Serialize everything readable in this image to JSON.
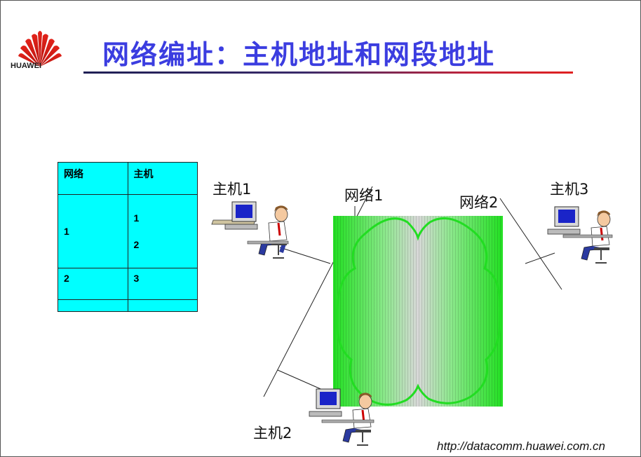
{
  "brand": {
    "name": "HUAWEI",
    "colors": {
      "primary": "#e2231a",
      "title": "#3b3de0",
      "table_fill": "#00ffff",
      "net_fill": "#22dd22"
    }
  },
  "title": "网络编址：主机地址和网段地址",
  "table": {
    "headers": [
      "网络",
      "主机"
    ],
    "rows": [
      {
        "network": "1",
        "hosts": [
          "1",
          "2"
        ]
      },
      {
        "network": "2",
        "hosts": [
          "3"
        ]
      },
      {
        "network": "",
        "hosts": [
          ""
        ]
      }
    ]
  },
  "diagram": {
    "hosts": [
      {
        "id": "host1",
        "label": "主机1"
      },
      {
        "id": "host2",
        "label": "主机2"
      },
      {
        "id": "host3",
        "label": "主机3"
      }
    ],
    "networks": [
      {
        "id": "net1",
        "label": "网络1"
      },
      {
        "id": "net2",
        "label": "网络2"
      }
    ]
  },
  "footer": {
    "url": "http://datacomm.huawei.com.cn"
  }
}
